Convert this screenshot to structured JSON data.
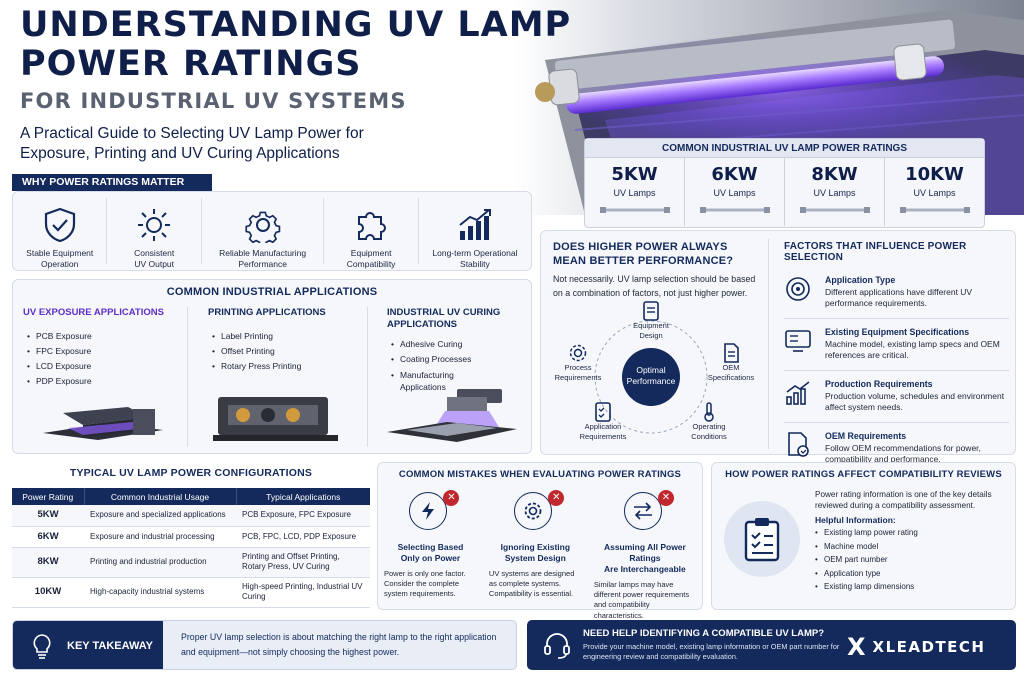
{
  "header": {
    "title_line1": "UNDERSTANDING UV LAMP",
    "title_line2": "POWER RATINGS",
    "subtitle": "FOR INDUSTRIAL UV SYSTEMS",
    "guide_line1": "A Practical Guide to Selecting UV Lamp Power for",
    "guide_line2": "Exposure, Printing and UV Curing Applications"
  },
  "ratings": {
    "title": "COMMON INDUSTRIAL UV LAMP POWER RATINGS",
    "items": [
      {
        "power": "5KW",
        "label": "UV Lamps"
      },
      {
        "power": "6KW",
        "label": "UV Lamps"
      },
      {
        "power": "8KW",
        "label": "UV Lamps"
      },
      {
        "power": "10KW",
        "label": "UV Lamps"
      }
    ]
  },
  "why": {
    "title": "WHY POWER RATINGS MATTER",
    "items": [
      {
        "icon": "shield-check-icon",
        "line1": "Stable Equipment",
        "line2": "Operation"
      },
      {
        "icon": "sun-icon",
        "line1": "Consistent",
        "line2": "UV Output"
      },
      {
        "icon": "gear-icon",
        "line1": "Reliable Manufacturing",
        "line2": "Performance"
      },
      {
        "icon": "puzzle-icon",
        "line1": "Equipment",
        "line2": "Compatibility"
      },
      {
        "icon": "growth-chart-icon",
        "line1": "Long-term Operational",
        "line2": "Stability"
      }
    ]
  },
  "applications": {
    "title": "COMMON INDUSTRIAL APPLICATIONS",
    "columns": [
      {
        "title": "UV EXPOSURE APPLICATIONS",
        "items": [
          "PCB Exposure",
          "FPC Exposure",
          "LCD Exposure",
          "PDP Exposure"
        ]
      },
      {
        "title": "PRINTING APPLICATIONS",
        "items": [
          "Label Printing",
          "Offset Printing",
          "Rotary Press Printing"
        ]
      },
      {
        "title": "INDUSTRIAL UV CURING APPLICATIONS",
        "items": [
          "Adhesive Curing",
          "Coating Processes",
          "Manufacturing Applications"
        ]
      }
    ]
  },
  "higher": {
    "title_line1": "DOES HIGHER POWER ALWAYS",
    "title_line2": "MEAN BETTER PERFORMANCE?",
    "text": "Not necessarily. UV lamp selection should be based on a combination of factors, not just higher power.",
    "center_line1": "Optimal",
    "center_line2": "Performance",
    "nodes": [
      {
        "line1": "Equipment",
        "line2": "Design"
      },
      {
        "line1": "OEM",
        "line2": "Specifications"
      },
      {
        "line1": "Operating",
        "line2": "Conditions"
      },
      {
        "line1": "Application",
        "line2": "Requirements"
      },
      {
        "line1": "Process",
        "line2": "Requirements"
      }
    ]
  },
  "factors": {
    "title": "FACTORS THAT INFLUENCE POWER SELECTION",
    "items": [
      {
        "title": "Application Type",
        "text": "Different applications have different UV performance requirements."
      },
      {
        "title": "Existing Equipment Specifications",
        "text": "Machine model, existing lamp specs and OEM references are critical."
      },
      {
        "title": "Production Requirements",
        "text": "Production volume, schedules and environment affect system needs."
      },
      {
        "title": "OEM Requirements",
        "text": "Follow OEM recommendations for power, compatibility and performance."
      }
    ]
  },
  "configs": {
    "title": "TYPICAL UV LAMP POWER CONFIGURATIONS",
    "headers": [
      "Power Rating",
      "Common Industrial Usage",
      "Typical Applications"
    ],
    "rows": [
      [
        "5KW",
        "Exposure and specialized applications",
        "PCB Exposure, FPC Exposure"
      ],
      [
        "6KW",
        "Exposure and industrial processing",
        "PCB, FPC, LCD, PDP Exposure"
      ],
      [
        "8KW",
        "Printing and industrial production",
        "Printing and Offset Printing, Rotary Press, UV Curing"
      ],
      [
        "10KW",
        "High-capacity industrial systems",
        "High-speed Printing, Industrial UV Curing"
      ]
    ]
  },
  "mistakes": {
    "title": "COMMON MISTAKES WHEN EVALUATING POWER RATINGS",
    "items": [
      {
        "title_line1": "Selecting Based",
        "title_line2": "Only on Power",
        "text": "Power is only one factor. Consider the complete system requirements."
      },
      {
        "title_line1": "Ignoring Existing",
        "title_line2": "System Design",
        "text": "UV systems are designed as complete systems. Compatibility is essential."
      },
      {
        "title_line1": "Assuming All Power Ratings",
        "title_line2": "Are Interchangeable",
        "text": "Similar lamps may have different power requirements and compatibility characteristics."
      }
    ]
  },
  "compat": {
    "title": "HOW POWER RATINGS AFFECT COMPATIBILITY REVIEWS",
    "text": "Power rating information is one of the key details reviewed during a compatibility assessment.",
    "helpful": "Helpful Information:",
    "items": [
      "Existing lamp power rating",
      "Machine model",
      "OEM part number",
      "Application type",
      "Existing lamp dimensions"
    ]
  },
  "takeaway": {
    "label": "KEY TAKEAWAY",
    "text": "Proper UV lamp selection is about matching the right lamp to the right application and equipment—not simply choosing the highest power."
  },
  "help": {
    "title": "NEED HELP IDENTIFYING A COMPATIBLE UV LAMP?",
    "text": "Provide your machine model, existing lamp information or OEM part number for engineering review and compatibility evaluation.",
    "brand_mark": "X",
    "brand_name": "XLEADTECH"
  }
}
